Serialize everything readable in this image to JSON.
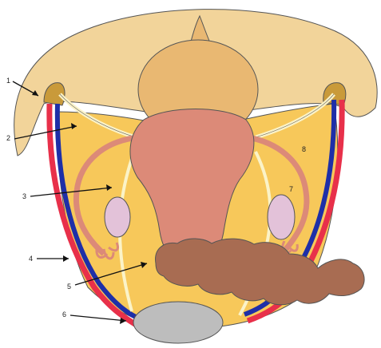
{
  "labels": {
    "n1": "1",
    "n2": "2",
    "n3": "3",
    "n4": "4",
    "n5": "5",
    "n6": "6",
    "n7": "7",
    "n8": "8"
  },
  "colors": {
    "peritoneum": "#f2d49a",
    "bladder": "#e9b872",
    "uterus": "#dc8a78",
    "ligament_field": "#f7c85a",
    "artery": "#e8304a",
    "vein": "#1e2fa8",
    "ovary": "#e3c2d9",
    "colon": "#a86c52",
    "rectum_stump": "#bdbdbd",
    "ureter": "#fbf3c8"
  }
}
